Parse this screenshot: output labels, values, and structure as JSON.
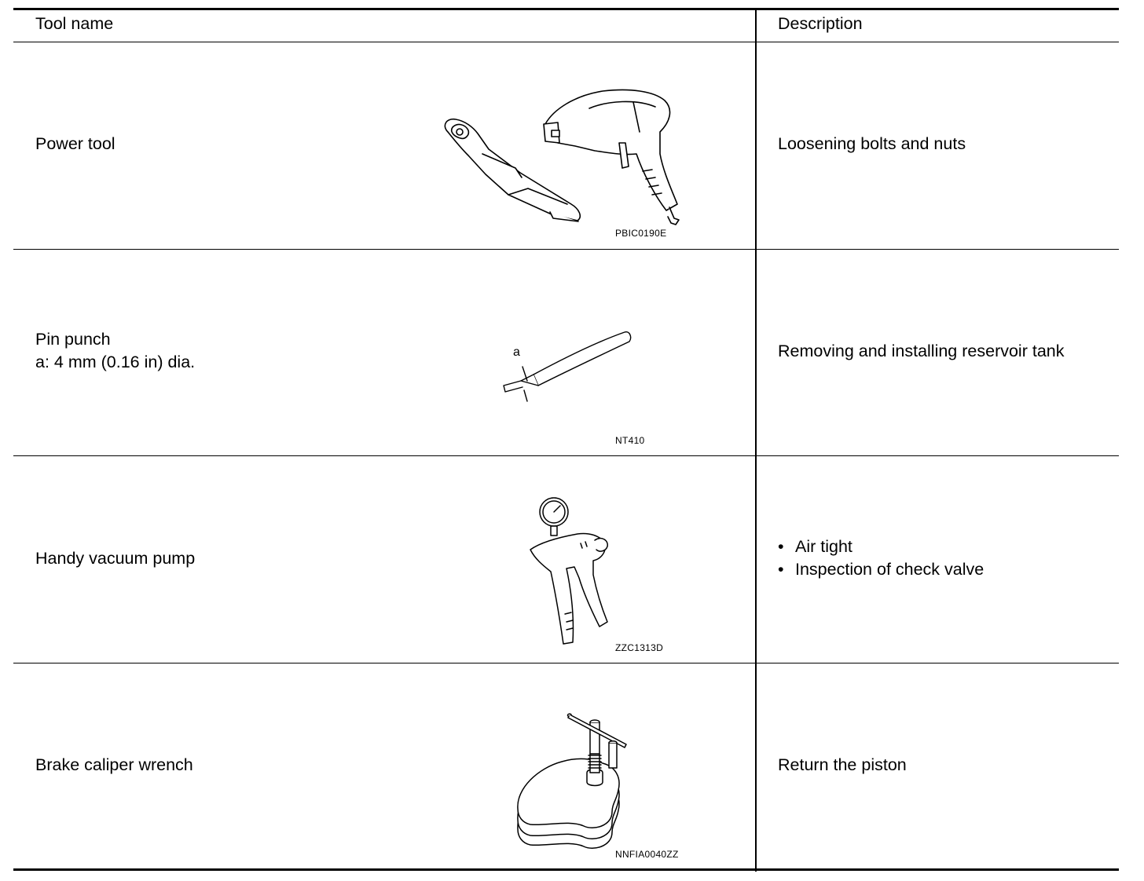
{
  "header": {
    "tool_name": "Tool name",
    "description": "Description"
  },
  "rows": [
    {
      "tool_name": "Power tool",
      "spec": "",
      "image_code": "PBIC0190E",
      "description": [
        "Loosening bolts and nuts"
      ],
      "icon": "power-tool-icon"
    },
    {
      "tool_name": "Pin punch",
      "spec": "a: 4 mm (0.16 in) dia.",
      "image_code": "NT410",
      "callout": "a",
      "description": [
        "Removing and installing reservoir tank"
      ],
      "icon": "pin-punch-icon"
    },
    {
      "tool_name": "Handy vacuum pump",
      "spec": "",
      "image_code": "ZZC1313D",
      "description": [
        "Air tight",
        "Inspection of check valve"
      ],
      "bullet": "•",
      "icon": "vacuum-pump-icon"
    },
    {
      "tool_name": "Brake caliper wrench",
      "spec": "",
      "image_code": "NNFIA0040ZZ",
      "description": [
        "Return the piston"
      ],
      "icon": "caliper-wrench-icon"
    }
  ]
}
